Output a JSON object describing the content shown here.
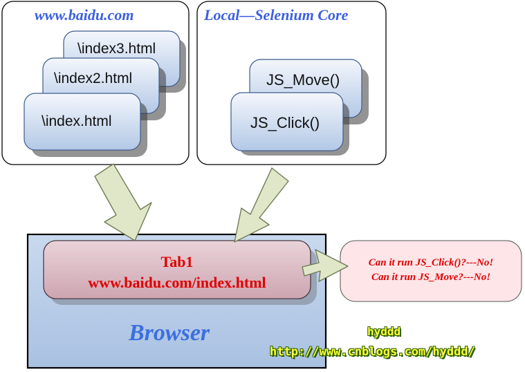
{
  "panels": {
    "remote_title": "www.baidu.com",
    "local_title": "Local—Selenium Core"
  },
  "pages": {
    "page3": "\\index3.html",
    "page2": "\\index2.html",
    "page1": "\\index.html"
  },
  "functions": {
    "move": "JS_Move()",
    "click": "JS_Click()"
  },
  "tab": {
    "name": "Tab1",
    "url": "www.baidu.com/index.html"
  },
  "browser": {
    "label": "Browser"
  },
  "question": {
    "line1": "Can it run JS_Click()?---No!",
    "line2": "Can it run JS_Move?---No!"
  },
  "watermark": {
    "name": "hyddd",
    "url": "http://www.cnblogs.com/hyddd/"
  },
  "colors": {
    "box_fill_top": "#eef3fb",
    "box_fill_bottom": "#b9cde8",
    "box_stroke": "#3d5c8c",
    "tab_fill": "#d9b7c2",
    "browser_fill": "#b8cde6",
    "question_fill": "#fde5e8",
    "arrow_fill": "#dde6c6",
    "red_text": "#e00000",
    "blue_text": "#3b5fe0"
  }
}
